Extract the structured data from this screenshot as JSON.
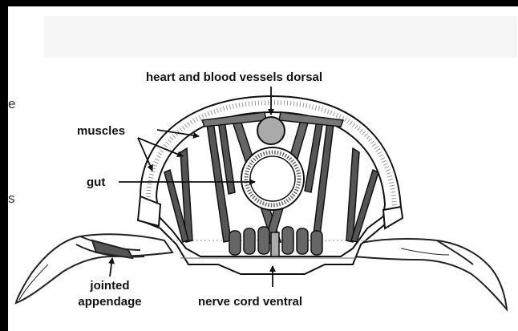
{
  "diagram": {
    "labels": {
      "heart": "heart and blood vessels dorsal",
      "muscles": "muscles",
      "gut": "gut",
      "jointed_line1": "jointed",
      "jointed_line2": "appendage",
      "nerve": "nerve cord ventral"
    },
    "edge_fragments": [
      "e",
      "s"
    ]
  }
}
